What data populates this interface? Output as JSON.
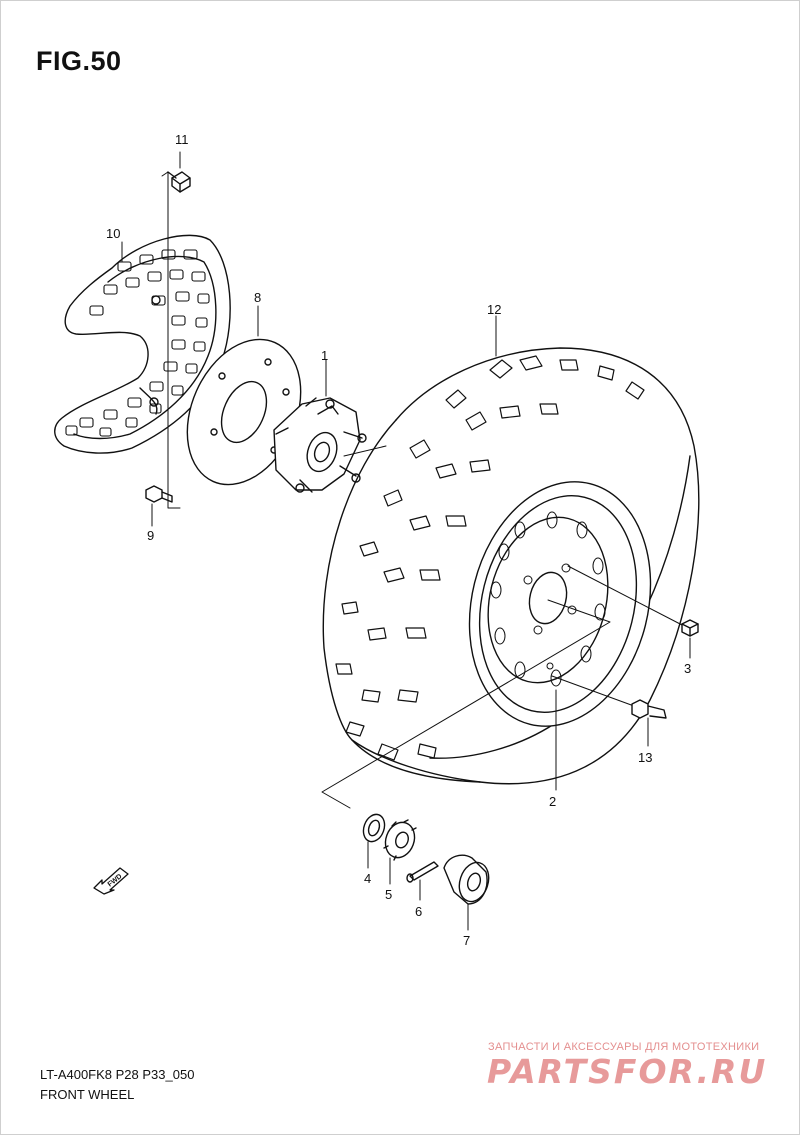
{
  "figure": {
    "title": "FIG.50"
  },
  "footer": {
    "model_code": "LT-A400FK8 P28 P33_050",
    "section_name": "FRONT WHEEL"
  },
  "watermark": {
    "tagline": "ЗАПЧАСТИ И АКСЕССУАРЫ ДЛЯ МОТОТЕХНИКИ",
    "brand": "PARTSFOR.RU"
  },
  "direction_marker": {
    "label": "FWD"
  },
  "parts": [
    {
      "number": "1"
    },
    {
      "number": "2"
    },
    {
      "number": "3"
    },
    {
      "number": "4"
    },
    {
      "number": "5"
    },
    {
      "number": "6"
    },
    {
      "number": "7"
    },
    {
      "number": "8"
    },
    {
      "number": "9"
    },
    {
      "number": "10"
    },
    {
      "number": "11"
    },
    {
      "number": "12"
    },
    {
      "number": "13"
    }
  ],
  "colors": {
    "line": "#111111",
    "watermark": "#e79a9a",
    "background": "#ffffff"
  }
}
